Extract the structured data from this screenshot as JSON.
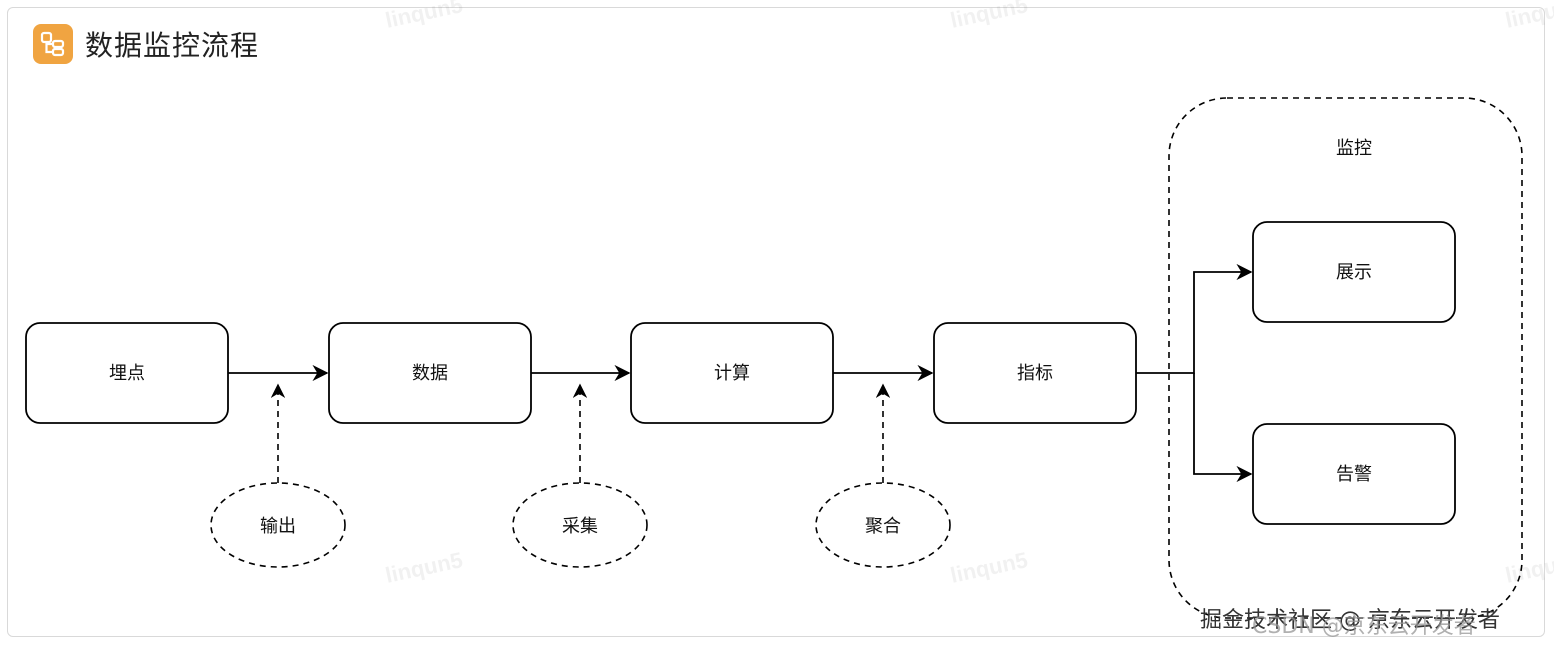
{
  "header": {
    "title": "数据监控流程"
  },
  "nodes": {
    "buried_point": "埋点",
    "data": "数据",
    "compute": "计算",
    "metrics": "指标",
    "display": "展示",
    "alert": "告警"
  },
  "edge_labels": {
    "output": "输出",
    "collect": "采集",
    "aggregate": "聚合"
  },
  "group": {
    "label": "监控"
  },
  "watermarks": {
    "tile_text": "linqun5",
    "footer_primary": "掘金技术社区 @ 京东云开发者",
    "footer_secondary": "CSDN @京东云开发者"
  },
  "colors": {
    "icon_bg": "#f0a441",
    "stroke": "#000000"
  }
}
